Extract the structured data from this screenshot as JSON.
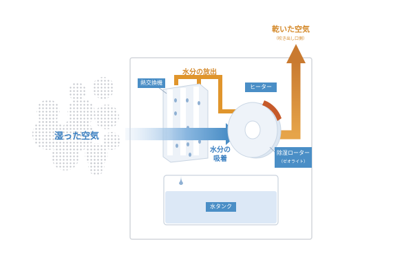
{
  "labels": {
    "humid_air": "湿った空気",
    "dry_air": "乾いた空気",
    "dry_air_sub": "（吹き出し口側）",
    "water_release": "水分の放出",
    "water_absorb_1": "水分の",
    "water_absorb_2": "吸着",
    "heat_exchanger": "熱交換機",
    "heater": "ヒーター",
    "rotor_1": "除湿ローター",
    "rotor_2": "（ゼオライト）",
    "water_tank": "水タンク"
  },
  "colors": {
    "orange": "#e0952c",
    "blue": "#4a8ec6",
    "heater": "#c65a2a",
    "tank_fill": "#dce8f6",
    "light_blue": "#dbe7f5"
  }
}
